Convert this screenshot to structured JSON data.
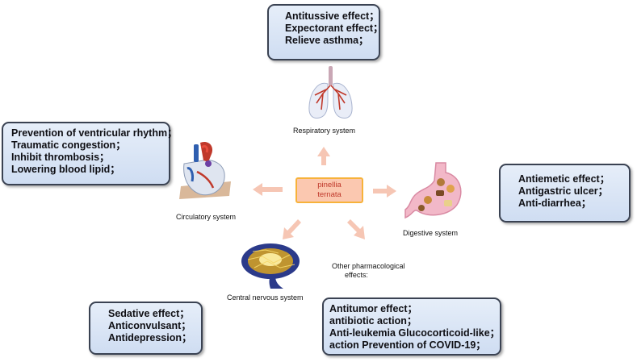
{
  "center": {
    "line1": "pinellia",
    "line2": "ternata"
  },
  "systems": {
    "respiratory": "Respiratory system",
    "circulatory": "Circulatory system",
    "digestive": "Digestive system",
    "nervous": "Central nervous system",
    "other_line1": "Other pharmacological",
    "other_line2": "effects:"
  },
  "effects": {
    "respiratory": [
      "Antitussive  effect；",
      "Expectorant  effect；",
      "Relieve asthma；"
    ],
    "circulatory": [
      "Prevention of ventricular rhythm；",
      "Traumatic congestion；",
      "Inhibit thrombosis；",
      "Lowering blood lipid；"
    ],
    "digestive": [
      "Antiemetic effect；",
      "Antigastric ulcer；",
      "Anti-diarrhea；"
    ],
    "nervous": [
      "Sedative effect；",
      "Anticonvulsant；",
      "Antidepression；"
    ],
    "other": [
      "Antitumor effect；",
      "antibiotic action；",
      "Anti-leukemia Glucocorticoid-like；",
      "action Prevention of COVID-19；"
    ]
  },
  "icons": [
    "lungs-icon",
    "heart-icon",
    "stomach-icon",
    "brain-icon"
  ],
  "colors": {
    "arrow": "#f6c6b4",
    "center_fill": "#fbc8b0",
    "center_border": "#f7b23a",
    "center_text": "#c0392b",
    "box_fill": "#dbe6f6",
    "box_border": "#3a4252"
  }
}
